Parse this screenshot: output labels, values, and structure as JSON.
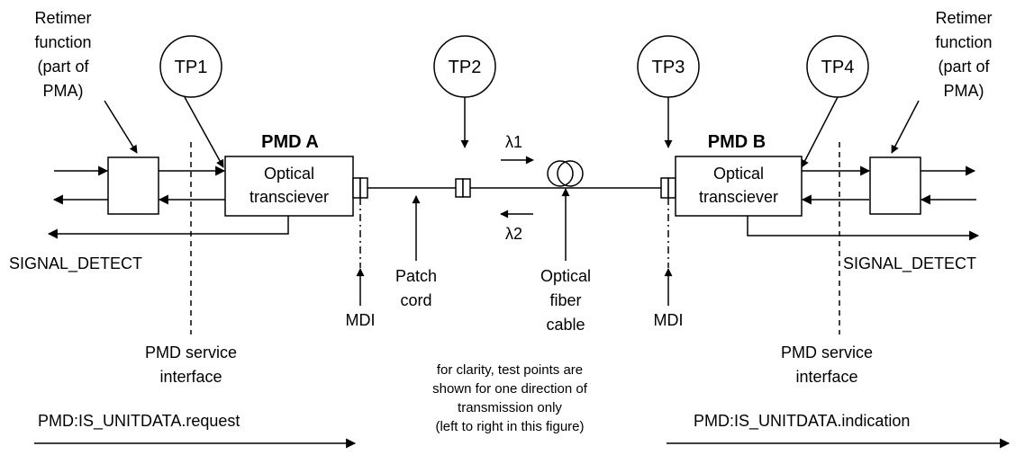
{
  "retimer_left": [
    "Retimer",
    "function",
    "(part of",
    "PMA)"
  ],
  "retimer_right": [
    "Retimer",
    "function",
    "(part of",
    "PMA)"
  ],
  "tp": [
    "TP1",
    "TP2",
    "TP3",
    "TP4"
  ],
  "pmd_a": {
    "title": "PMD A",
    "line1": "Optical",
    "line2": "transciever"
  },
  "pmd_b": {
    "title": "PMD B",
    "line1": "Optical",
    "line2": "transciever"
  },
  "lambda1": "λ1",
  "lambda2": "λ2",
  "signal_detect_left": "SIGNAL_DETECT",
  "signal_detect_right": "SIGNAL_DETECT",
  "mdi_left": "MDI",
  "mdi_right": "MDI",
  "patch_cord": [
    "Patch",
    "cord"
  ],
  "fiber_cable": [
    "Optical",
    "fiber",
    "cable"
  ],
  "service_if_left": [
    "PMD service",
    "interface"
  ],
  "service_if_right": [
    "PMD service",
    "interface"
  ],
  "note": [
    "for clarity, test points are",
    "shown for one direction of",
    "transmission only",
    "(left to right in this figure)"
  ],
  "request": "PMD:IS_UNITDATA.request",
  "indication": "PMD:IS_UNITDATA.indication"
}
